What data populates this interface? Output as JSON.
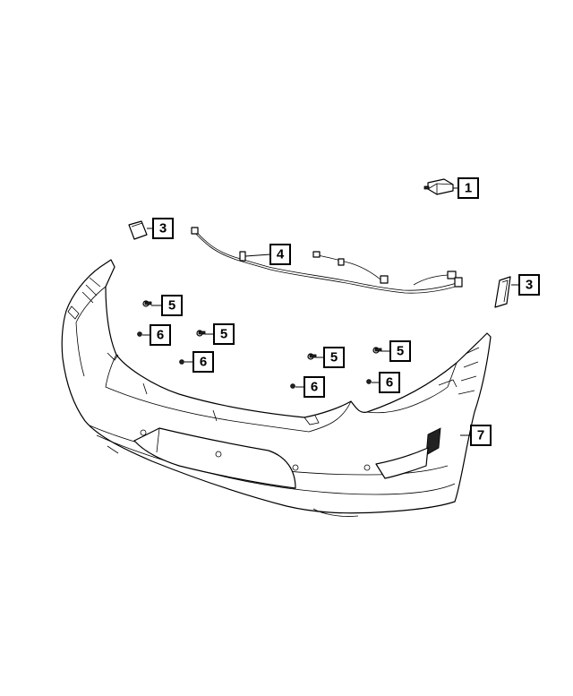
{
  "diagram": {
    "colors": {
      "line": "#000000",
      "background": "#ffffff"
    },
    "callouts": [
      {
        "id": "c1",
        "label": "1",
        "part": "module"
      },
      {
        "id": "c3a",
        "label": "3",
        "part": "left-bracket"
      },
      {
        "id": "c3b",
        "label": "3",
        "part": "right-bracket"
      },
      {
        "id": "c4",
        "label": "4",
        "part": "wiring-harness"
      },
      {
        "id": "c5a",
        "label": "5",
        "part": "sensor"
      },
      {
        "id": "c5b",
        "label": "5",
        "part": "sensor"
      },
      {
        "id": "c5c",
        "label": "5",
        "part": "sensor"
      },
      {
        "id": "c5d",
        "label": "5",
        "part": "sensor"
      },
      {
        "id": "c6a",
        "label": "6",
        "part": "retainer"
      },
      {
        "id": "c6b",
        "label": "6",
        "part": "retainer"
      },
      {
        "id": "c6c",
        "label": "6",
        "part": "retainer"
      },
      {
        "id": "c6d",
        "label": "6",
        "part": "retainer"
      },
      {
        "id": "c7",
        "label": "7",
        "part": "rear-fascia"
      }
    ]
  }
}
